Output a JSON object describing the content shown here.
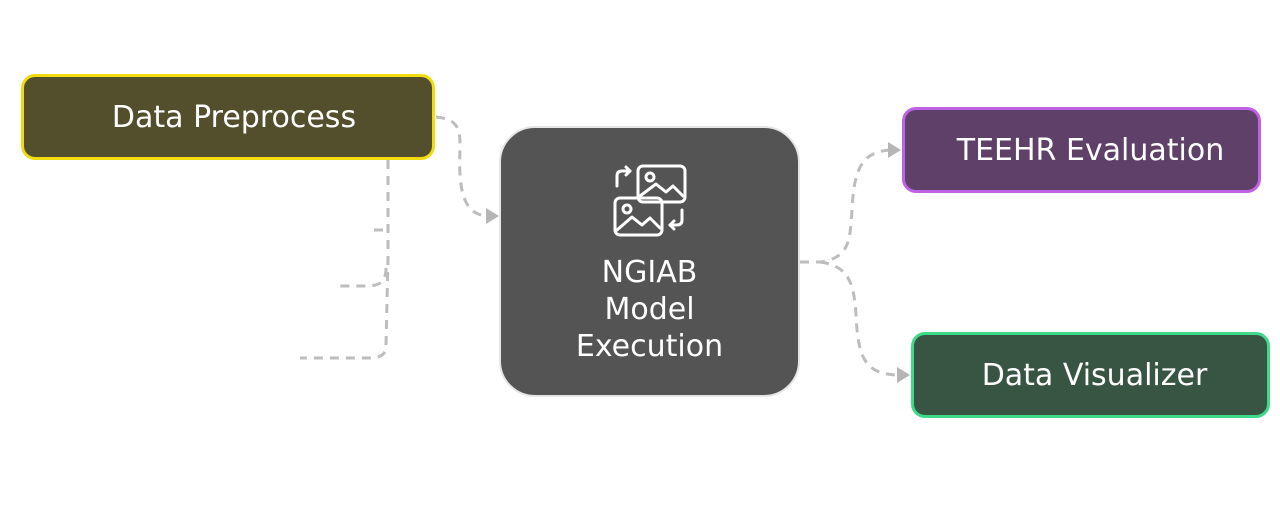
{
  "colors": {
    "pre_fill": "#534f2d",
    "pre_border": "#f0dc10",
    "exec_fill": "#545454",
    "exec_border": "#e6e6e6",
    "teehr_fill": "#5e4069",
    "teehr_border": "#bf62e6",
    "vis_fill": "#385543",
    "vis_border": "#3fd98a",
    "connector": "#bdbdbd"
  },
  "nodes": {
    "preprocess": {
      "label": "Data Preprocess"
    },
    "execution": {
      "label": "NGIAB\nModel\nExecution",
      "icon": "image-swap-icon"
    },
    "teehr": {
      "label": "TEEHR Evaluation"
    },
    "visualizer": {
      "label": "Data Visualizer"
    }
  },
  "edges": [
    {
      "from": "preprocess",
      "to": "execution"
    },
    {
      "from": "execution",
      "to": "teehr"
    },
    {
      "from": "execution",
      "to": "visualizer"
    }
  ]
}
